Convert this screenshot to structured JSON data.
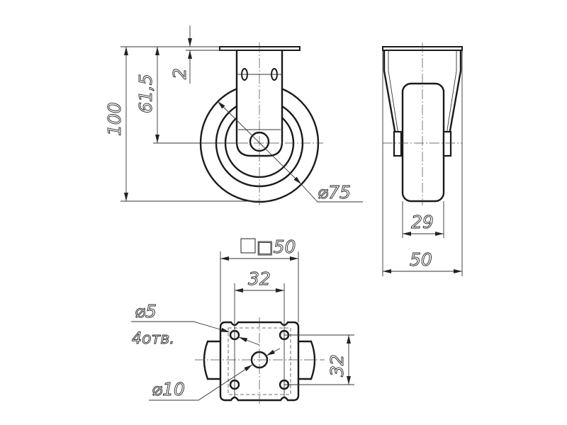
{
  "drawing": {
    "front_view": {
      "dim_height_total": "100",
      "dim_axle_height": "61,5",
      "dim_plate_thickness": "2",
      "dim_wheel_diameter": "⌀75"
    },
    "side_view": {
      "dim_wheel_width": "29",
      "dim_bracket_width": "50"
    },
    "top_view": {
      "dim_plate_size": "□50",
      "dim_hole_spacing_x": "32",
      "dim_hole_spacing_y": "32",
      "dim_hole_diameter": "⌀5",
      "hole_count_note": "4отв.",
      "dim_center_hole": "⌀10"
    }
  }
}
